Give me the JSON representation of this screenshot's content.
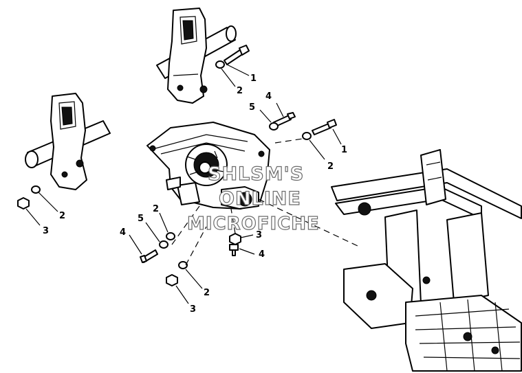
{
  "callouts": {
    "c1": "1",
    "c2": "2",
    "c3": "5",
    "c4": "4",
    "c5": "1",
    "c6": "2",
    "c7": "2",
    "c8": "3",
    "c9": "2",
    "c10": "5",
    "c11": "4",
    "c12": "3",
    "c13": "4",
    "c14": "2",
    "c15": "3"
  },
  "watermark": {
    "line1": "SHLSM'S",
    "line2": "ONLINE",
    "line3": "MICROFICHE"
  }
}
